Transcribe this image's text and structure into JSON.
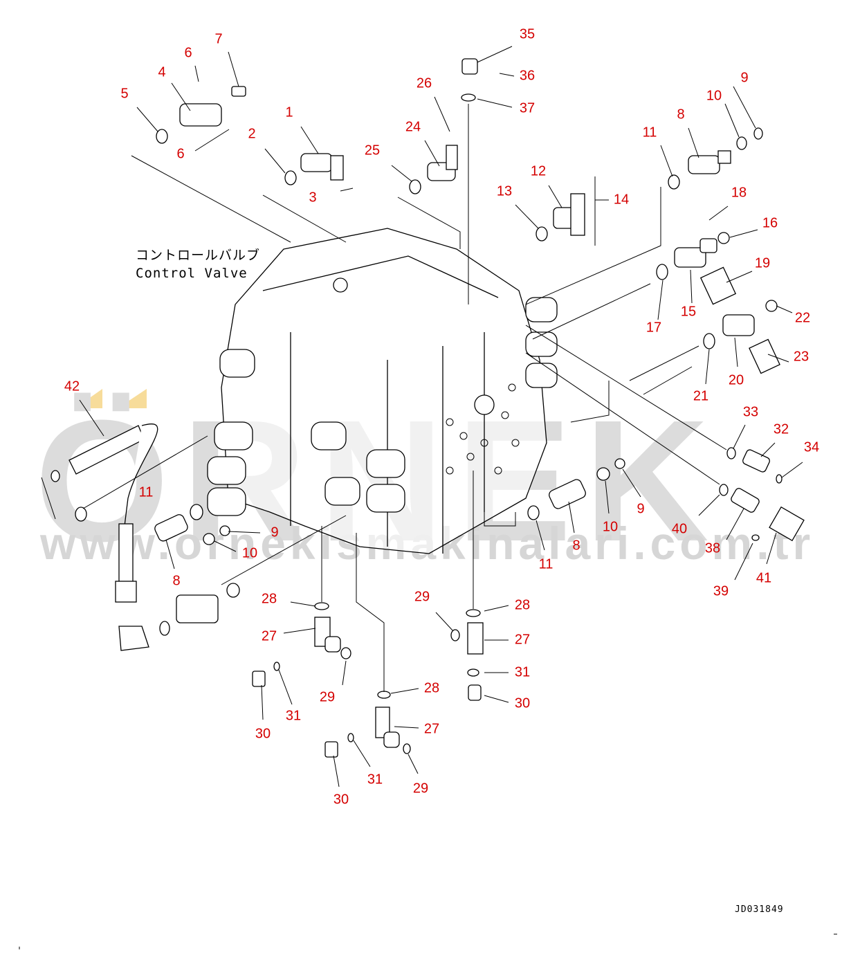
{
  "title": {
    "jp": "コントロールバルブ",
    "en": "Control Valve"
  },
  "drawing_code": "JD031849",
  "watermark": {
    "brand": "ÖRNEK",
    "url": "www.ornekismakinalari.com.tr"
  },
  "callouts": [
    "35",
    "36",
    "37",
    "7",
    "6",
    "4",
    "5",
    "6",
    "1",
    "2",
    "3",
    "26",
    "24",
    "25",
    "9",
    "10",
    "8",
    "11",
    "12",
    "14",
    "13",
    "18",
    "16",
    "19",
    "17",
    "15",
    "22",
    "20",
    "23",
    "21",
    "42",
    "33",
    "32",
    "34",
    "11",
    "9",
    "10",
    "8",
    "9",
    "10",
    "8",
    "11",
    "40",
    "38",
    "41",
    "39",
    "28",
    "27",
    "29",
    "31",
    "30",
    "29",
    "28",
    "27",
    "31",
    "30",
    "28",
    "27",
    "31",
    "29",
    "30"
  ],
  "colors": {
    "callout": "#d40000",
    "watermark": "#dcdcdc",
    "line": "#000000"
  }
}
